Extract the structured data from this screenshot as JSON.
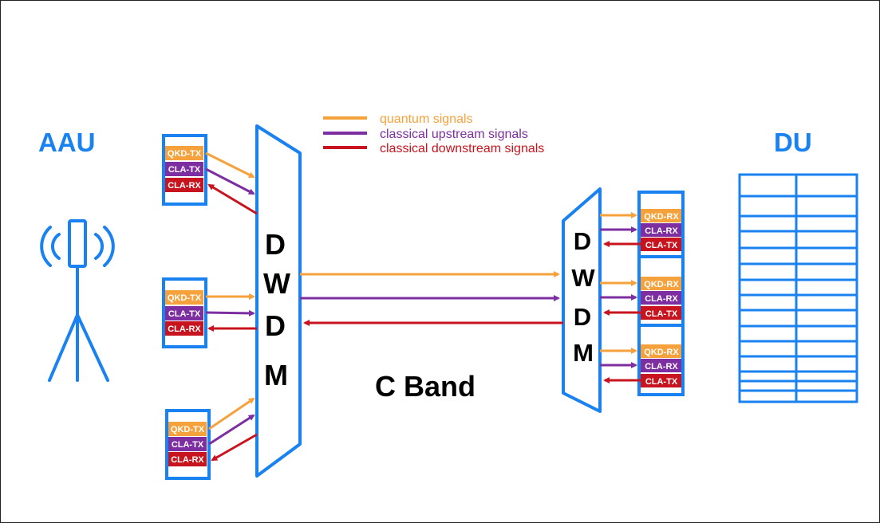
{
  "labels": {
    "aau": "AAU",
    "du": "DU",
    "band": "C Band",
    "dwdm_left": [
      "D",
      "W",
      "D",
      "M"
    ],
    "dwdm_right": [
      "D",
      "W",
      "D",
      "M"
    ]
  },
  "legend": [
    {
      "text": "quantum signals",
      "color": "#f5a23c"
    },
    {
      "text": "classical upstream signals",
      "color": "#7d2ea0"
    },
    {
      "text": "classical downstream signals",
      "color": "#c8141e"
    }
  ],
  "colors": {
    "structure": "#1a82f0",
    "quantum": "#f5a23c",
    "upstream": "#7d2ea0",
    "downstream": "#c8141e"
  },
  "aau_modules": [
    {
      "name": "aau-module-1",
      "items": [
        "QKD-TX",
        "CLA-TX",
        "CLA-RX"
      ]
    },
    {
      "name": "aau-module-2",
      "items": [
        "QKD-TX",
        "CLA-TX",
        "CLA-RX"
      ]
    },
    {
      "name": "aau-module-3",
      "items": [
        "QKD-TX",
        "CLA-TX",
        "CLA-RX"
      ]
    }
  ],
  "du_modules": [
    {
      "name": "du-module-1",
      "items": [
        "QKD-RX",
        "CLA-RX",
        "CLA-TX"
      ]
    },
    {
      "name": "du-module-2",
      "items": [
        "QKD-RX",
        "CLA-RX",
        "CLA-TX"
      ]
    },
    {
      "name": "du-module-3",
      "items": [
        "QKD-RX",
        "CLA-RX",
        "CLA-TX"
      ]
    }
  ],
  "icons": [
    "antenna-tower-icon",
    "du-rack-icon"
  ]
}
